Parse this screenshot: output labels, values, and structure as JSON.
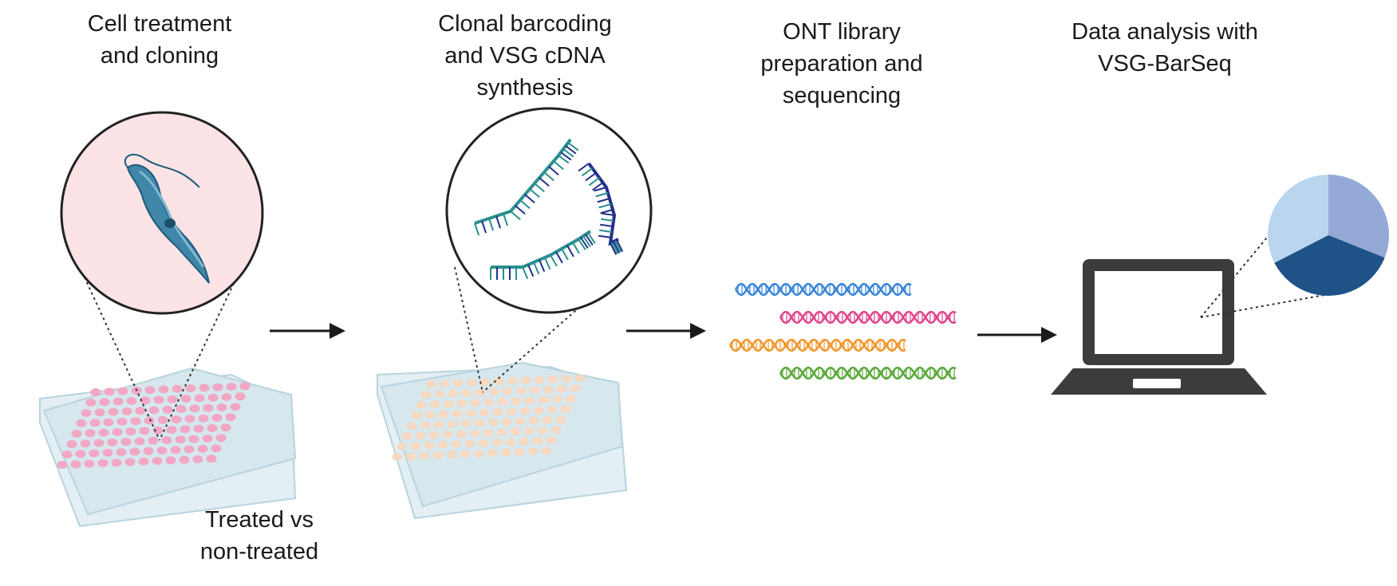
{
  "steps": [
    {
      "line1": "Cell treatment",
      "line2": "and cloning",
      "line3": ""
    },
    {
      "line1": "Clonal barcoding",
      "line2": "and VSG cDNA",
      "line3": "synthesis"
    },
    {
      "line1": "ONT library",
      "line2": "preparation  and",
      "line3": "sequencing"
    },
    {
      "line1": "Data analysis with",
      "line2": "VSG-BarSeq",
      "line3": ""
    }
  ],
  "plate_caption": {
    "line1": "Treated vs",
    "line2": "non-treated"
  },
  "colors": {
    "arrow": "#1a1a1a",
    "well_pink": "#f2a7c3",
    "well_peach": "#f5d9c2",
    "plate": "#d6e7ee",
    "dna_blue": "#3a86d8",
    "dna_pink": "#e0468c",
    "dna_orange": "#f0962a",
    "dna_green": "#5aa83a",
    "cdna_teal": "#2a8f8f",
    "cdna_navy": "#22308a",
    "laptop": "#3c3c3c",
    "pie_light": "#b9d6ee",
    "pie_mid": "#95a9d6",
    "pie_dark": "#1f5286"
  },
  "icons": [
    "trypanosome-icon",
    "well-plate-icon",
    "cdna-strand-icon",
    "dna-helix-icon",
    "laptop-icon",
    "pie-chart-icon",
    "arrow-right-icon"
  ]
}
